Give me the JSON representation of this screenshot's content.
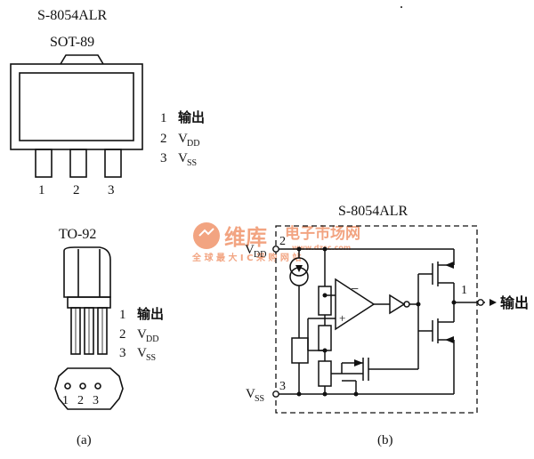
{
  "left_top": {
    "part_name": "S-8054ALR",
    "package": "SOT-89",
    "pin_numbers": [
      "1",
      "2",
      "3"
    ],
    "legend": [
      {
        "num": "1",
        "label": "输出",
        "sub": ""
      },
      {
        "num": "2",
        "label": "V",
        "sub": "DD"
      },
      {
        "num": "3",
        "label": "V",
        "sub": "SS"
      }
    ]
  },
  "left_bottom": {
    "package": "TO-92",
    "pin_numbers": [
      "1",
      "2",
      "3"
    ],
    "legend": [
      {
        "num": "1",
        "label": "输出",
        "sub": ""
      },
      {
        "num": "2",
        "label": "V",
        "sub": "DD"
      },
      {
        "num": "3",
        "label": "V",
        "sub": "SS"
      }
    ],
    "caption": "(a)"
  },
  "right": {
    "title": "S-8054ALR",
    "vdd_label": "V",
    "vdd_sub": "DD",
    "vdd_pin": "2",
    "vss_label": "V",
    "vss_sub": "SS",
    "vss_pin": "3",
    "out_pin": "1",
    "out_label": "输出",
    "comparator_minus": "−",
    "comparator_plus": "+",
    "caption": "(b)"
  },
  "watermark": {
    "brand": "维库",
    "line1": "电子市场网",
    "url": "www.dzsc.com",
    "line2": "全 球 最 大 I C 采 购 网 站",
    "color": "#e85a1b"
  }
}
